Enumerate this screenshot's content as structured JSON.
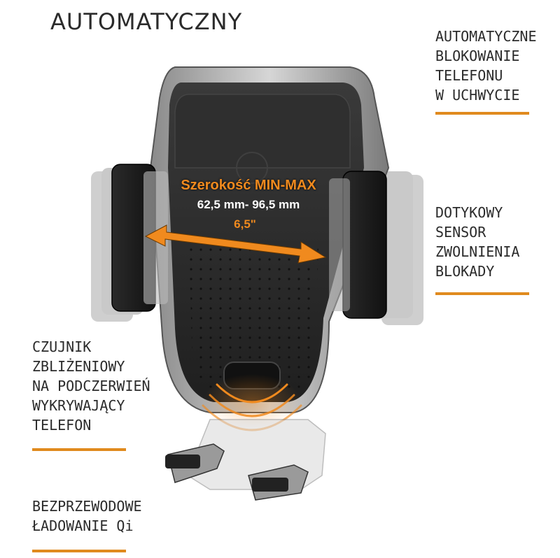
{
  "title": "AUTOMATYCZNY",
  "features": {
    "auto_lock": "AUTOMATYCZNE\nBLOKOWANIE\nTELEFONU\nW UCHWYCIE",
    "touch_sensor": "DOTYKOWY\nSENSOR\nZWOLNIENIA\nBLOKADY",
    "ir_sensor": "CZUJNIK\nZBLIŻENIOWY\nNA PODCZERWIEŃ\nWYKRYWAJĄCY\nTELEFON",
    "wireless": "BEZPRZEWODOWE\nŁADOWANIE Qi"
  },
  "spec": {
    "title": "Szerokość MIN-MAX",
    "range": "62,5 mm- 96,5 mm",
    "diagonal": "6,5\""
  },
  "colors": {
    "accent": "#e08a1e",
    "text": "#2b2b2b",
    "device_dark": "#2a2a2a",
    "device_silver": "#b8b8b8"
  }
}
